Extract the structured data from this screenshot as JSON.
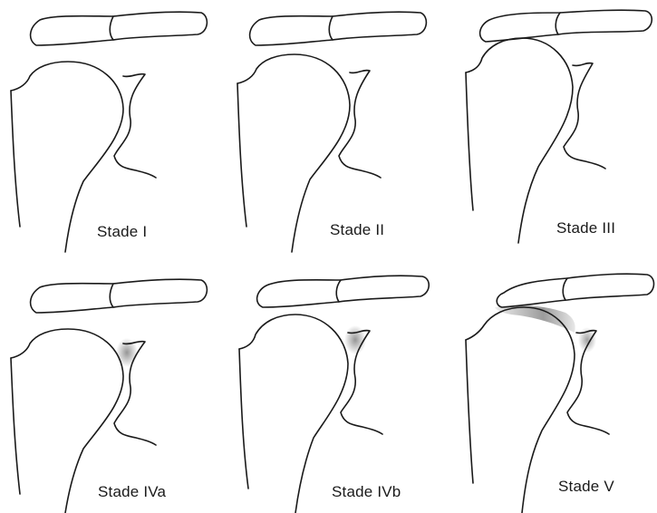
{
  "panels": [
    {
      "label": "Stade I",
      "shade": "none"
    },
    {
      "label": "Stade II",
      "shade": "none"
    },
    {
      "label": "Stade III",
      "shade": "none"
    },
    {
      "label": "Stade IVa",
      "shade": "glenoid"
    },
    {
      "label": "Stade IVb",
      "shade": "glenoid"
    },
    {
      "label": "Stade V",
      "shade": "subacromial"
    }
  ],
  "colors": {
    "line": "#1a1a1a",
    "shade": "#8a8a8a",
    "background": "#ffffff"
  }
}
